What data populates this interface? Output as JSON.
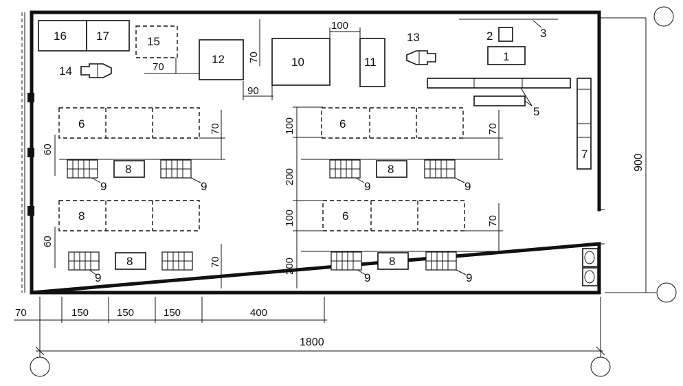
{
  "equipment_labels": {
    "n1": "1",
    "n2": "2",
    "n3": "3",
    "n5": "5",
    "n6": "6",
    "n7": "7",
    "n8": "8",
    "n9": "9",
    "n10": "10",
    "n11": "11",
    "n12": "12",
    "n13": "13",
    "n14": "14",
    "n15": "15",
    "n16": "16",
    "n17": "17"
  },
  "dimensions": {
    "d60": "60",
    "d70": "70",
    "d90": "90",
    "d100": "100",
    "d150": "150",
    "d200": "200",
    "d400": "400",
    "d900": "900",
    "d1800": "1800"
  }
}
